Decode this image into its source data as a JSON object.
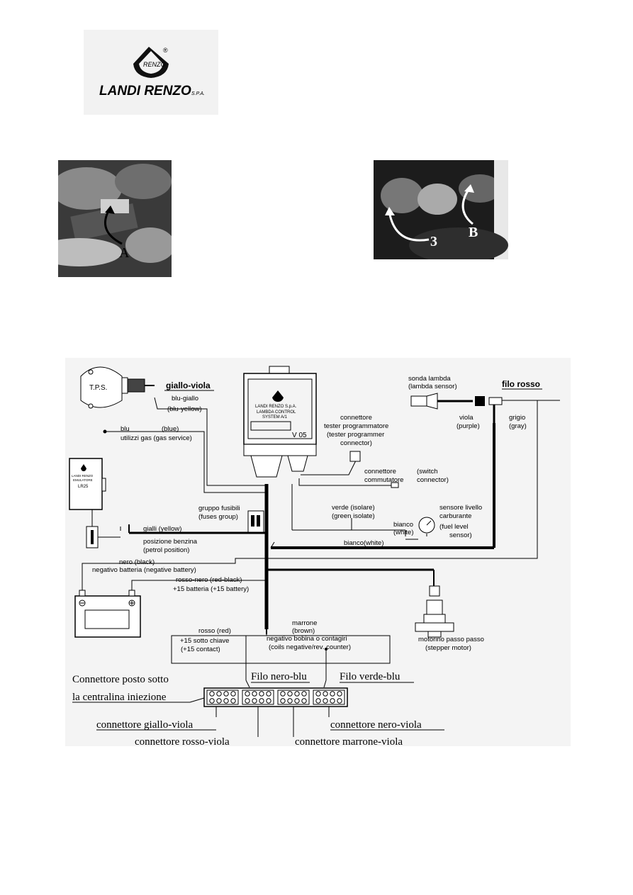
{
  "logo": {
    "brand": "LANDI RENZO",
    "suffix": "S.P.A.",
    "emblem_text": "RENZO",
    "registered": "®"
  },
  "photos": {
    "a": {
      "label": "A"
    },
    "b": {
      "label_b": "B",
      "label_3": "3"
    }
  },
  "diagram": {
    "tps": "T.P.S.",
    "giallo_viola": "giallo-viola",
    "blu_giallo": "blu-giallo",
    "blu_yellow": "(blu-yellow)",
    "ecu_brand": "LANDI RENZO S.p.A.",
    "ecu_line1": "LAMBDA CONTROL",
    "ecu_line2": "SYSTEM A/1",
    "ecu_model": "V 05",
    "sonda_lambda": "sonda lambda",
    "lambda_sensor": "(lambda sensor)",
    "filo_rosso": "filo rosso",
    "viola": "viola",
    "purple": "(purple)",
    "grigio": "grigio",
    "gray": "(gray)",
    "blu": "blu",
    "blue": "(blue)",
    "utilizzi_gas": "utilizzi gas (gas service)",
    "connettore_tester": "connettore",
    "tester_prog": "tester programmatore",
    "tester_prog_en": "(tester programmer",
    "tester_connector": "connector)",
    "connettore_comm": "connettore",
    "commutatore": "commutatore",
    "switch": "(switch",
    "switch_connector": "connector)",
    "emulator_title": "LANDI RENZO",
    "emulator_sub": "EMULATORE",
    "emulator_model": "LR25",
    "gruppo_fusibili": "gruppo fusibili",
    "fuses_group": "(fuses group)",
    "verde_isolare": "verde (isolare)",
    "green_isolate": "(green isolate)",
    "sensore_livello": "sensore livello",
    "carburante": "carburante",
    "fuel_level": "(fuel level",
    "sensor": "sensor)",
    "bianco": "bianco",
    "white": "(white)",
    "bianco_white": "bianco(white)",
    "gialli": "gialli (yellow)",
    "posizione_benzina": "posizione benzina",
    "petrol_position": "(petrol position)",
    "nero_black": "nero (black)",
    "negativo_batteria": "negativo batteria (negative battery)",
    "rosso_nero": "rosso-nero (red-black)",
    "batteria_15": "+15 batteria (+15 battery)",
    "marrone": "marrone",
    "brown": "(brown)",
    "rosso_red": "rosso (red)",
    "sotto_chiave": "+15 sotto chiave",
    "contact_15": "(+15 contact)",
    "negativo_bobina": "negativo bobina o contagiri",
    "coils_negative": "(coils negative/rev. counter)",
    "motorino": "motorino passo passo",
    "stepper_motor": "(stepper motor)",
    "connettore_posto": "Connettore posto sotto",
    "centralina": "la centralina iniezione",
    "filo_nero_blu": "Filo nero-blu",
    "filo_verde_blu": "Filo verde-blu",
    "conn_giallo_viola": "connettore giallo-viola",
    "conn_rosso_viola": "connettore  rosso-viola",
    "conn_marrone_viola": "connettore marrone-viola",
    "conn_nero_viola": "connettore nero-viola"
  }
}
